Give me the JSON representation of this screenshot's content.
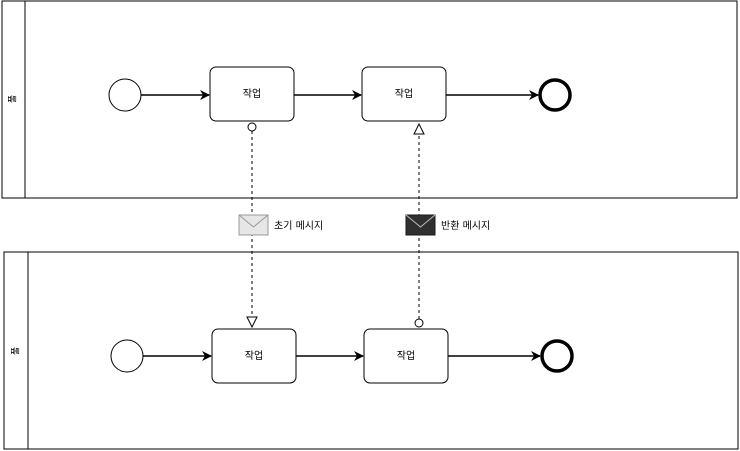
{
  "pools": [
    {
      "label": "풀",
      "tasks": [
        {
          "label": "작업"
        },
        {
          "label": "작업"
        }
      ]
    },
    {
      "label": "풀",
      "tasks": [
        {
          "label": "작업"
        },
        {
          "label": "작업"
        }
      ]
    }
  ],
  "messages": [
    {
      "label": "초기 메시지",
      "envelope": "light",
      "direction": "down"
    },
    {
      "label": "반환 메시지",
      "envelope": "dark",
      "direction": "up"
    }
  ],
  "colors": {
    "stroke": "#000000",
    "envelope_light": "#e6e6e6",
    "envelope_dark": "#303030"
  }
}
